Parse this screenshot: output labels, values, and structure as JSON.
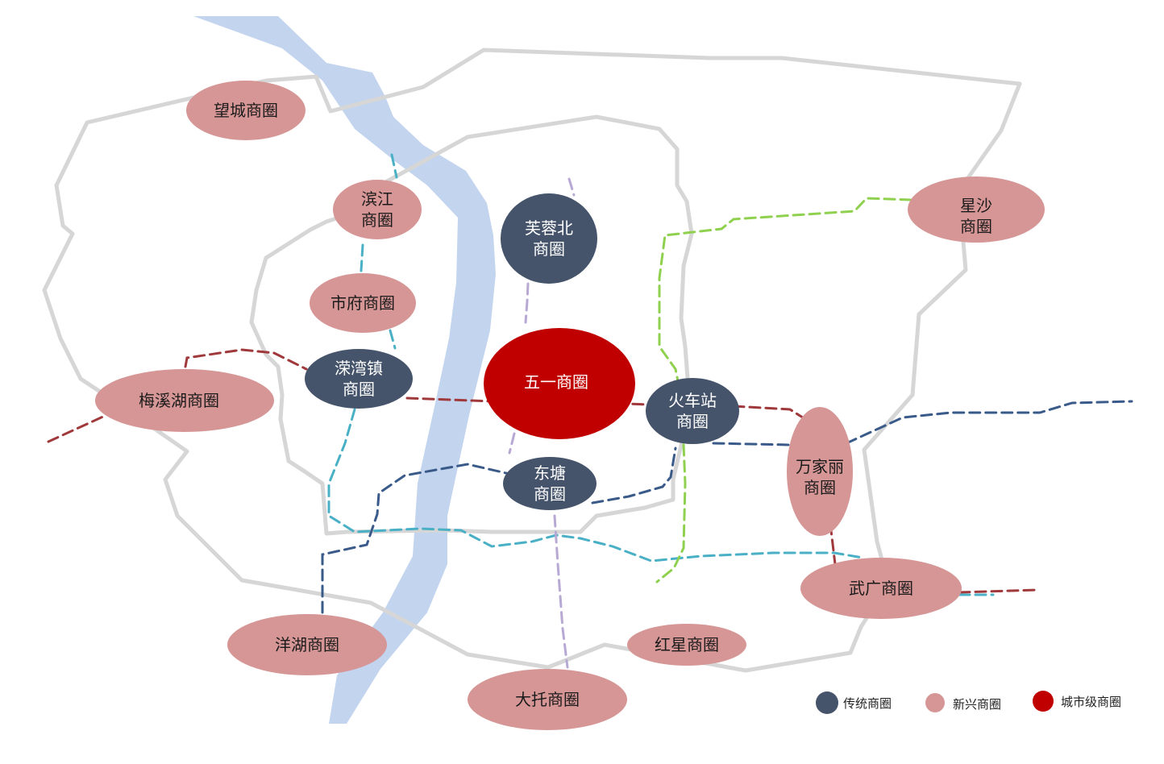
{
  "colors": {
    "river": "#c3d4ee",
    "ring_road": "#d6d6d6",
    "traditional": "#45546b",
    "emerging": "#d69696",
    "city_level": "#c00000",
    "line_red": "#a0393b",
    "line_navy": "#3a5a8a",
    "line_teal": "#4ab0c6",
    "line_lavender": "#b8a8d4",
    "line_green": "#8fd14f"
  },
  "districts": {
    "wangcheng": {
      "label": "望城商圈",
      "type": "emerging"
    },
    "binjiang": {
      "label": "滨江\n商圈",
      "type": "emerging"
    },
    "shifu": {
      "label": "市府商圈",
      "type": "emerging"
    },
    "meixihu": {
      "label": "梅溪湖商圈",
      "type": "emerging"
    },
    "luanwanzhen": {
      "label": "溁湾镇\n商圈",
      "type": "traditional"
    },
    "furongbei": {
      "label": "芙蓉北\n商圈",
      "type": "traditional"
    },
    "wuyi": {
      "label": "五一商圈",
      "type": "city_level"
    },
    "huochezhan": {
      "label": "火车站\n商圈",
      "type": "traditional"
    },
    "dongtang": {
      "label": "东塘\n商圈",
      "type": "traditional"
    },
    "xingsha": {
      "label": "星沙\n商圈",
      "type": "emerging"
    },
    "wanjiali": {
      "label": "万家丽\n商圈",
      "type": "emerging"
    },
    "wuguang": {
      "label": "武广商圈",
      "type": "emerging"
    },
    "yanghu": {
      "label": "洋湖商圈",
      "type": "emerging"
    },
    "hongxing": {
      "label": "红星商圈",
      "type": "emerging"
    },
    "datuo": {
      "label": "大托商圈",
      "type": "emerging"
    }
  },
  "legend": {
    "traditional": "传统商圈",
    "emerging": "新兴商圈",
    "city_level": "城市级商圈"
  }
}
